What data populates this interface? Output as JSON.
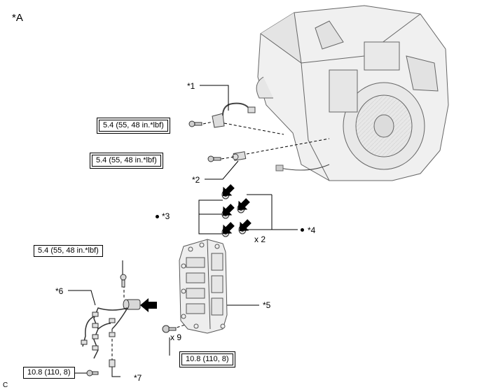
{
  "view_label": "*A",
  "corner_code": "C",
  "callouts": {
    "c1": "*1",
    "c2": "*2",
    "c3": "*3",
    "c4": "*4",
    "c5": "*5",
    "c6": "*6",
    "c7": "*7"
  },
  "quantities": {
    "gaskets": "x 2",
    "bolts": "x 9"
  },
  "torque_specs": {
    "sensor1": "5.4 (55, 48 in.*lbf)",
    "sensor2": "5.4 (55, 48 in.*lbf)",
    "solenoid": "5.4 (55, 48 in.*lbf)",
    "valve_body": "10.8 (110, 8)",
    "wire_clamp": "10.8 (110, 8)"
  },
  "colors": {
    "line": "#000000",
    "part_fill": "#f2f2f2",
    "part_stroke": "#555555",
    "arrow": "#000000"
  }
}
